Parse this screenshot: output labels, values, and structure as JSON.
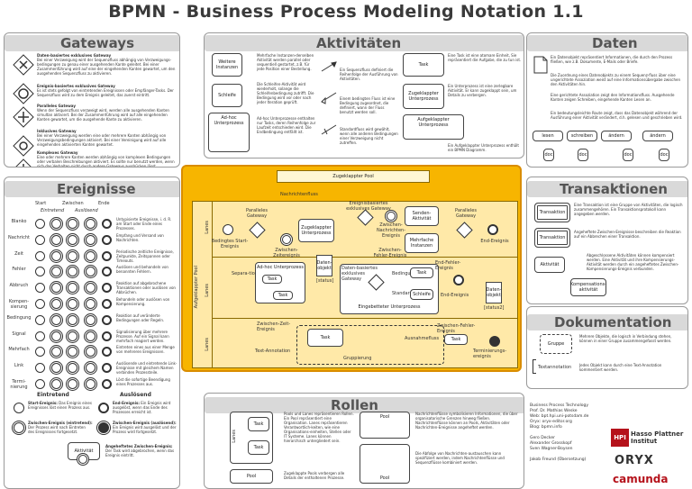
{
  "title": "BPMN - Business Process Modeling Notation 1.1",
  "gateways": {
    "title": "Gateways",
    "items": [
      {
        "heading": "Daten-basiertes exklusives Gateway",
        "text": "Bei einer Verzweigung wird der Sequenzfluss abhängig von Verzweigungs-bedingungen zu genau einer ausgehenden Kante geleitet. Bei einer Zusammenführung wird auf eine der eingehenden Kanten gewartet, um den ausgehenden Sequenzfluss zu aktivieren."
      },
      {
        "heading": "Ereignis-basiertes exklusives Gateway",
        "text": "Es ist stets gefolgt von eintretenden Ereignissen oder Empfänger-Tasks. Der Sequenzfluss wird zu dem Ereignis geleitet, das zuerst eintritt."
      },
      {
        "heading": "Paralleles Gateway",
        "text": "Wenn der Sequenzfluss verzweigt wird, werden alle ausgehenden Kanten simultan aktiviert. Bei der Zusammenführung wird auf alle eingehenden Kanten gewartet, um die ausgehende Kante zu aktivieren."
      },
      {
        "heading": "Inklusives Gateway",
        "text": "Bei einer Verzweigung werden eine oder mehrere Kanten abhängig von Verzweigungsbedingungen aktiviert. Bei einer Vereinigung wird auf alle eingehenden aktivierten Kanten gewartet."
      },
      {
        "heading": "Komplexes Gateway",
        "text": "Eine oder mehrere Kanten werden abhängig von komplexen Bedingungen oder verbalen Beschreibungen aktiviert. Es sollte nur benutzt werden, wenn sich das Verhalten nicht durch andere Gateways ausdrücken lässt."
      }
    ]
  },
  "activities": {
    "title": "Aktivitäten",
    "labels": {
      "sub_collapsed": "Weitere Instanzen",
      "loop": "Schleife",
      "adhoc": "Ad-hoc Unterprozess",
      "task": "Task",
      "sub": "Zugeklappter Unterprozess",
      "sub_expanded": "Aufgeklappter Unterprozess"
    },
    "texts": {
      "multi": "Mehrfache Instanzen-derselben Aktivität werden parallel oder sequentiell gestartet, z.B. für jede Position einer Bestellung.",
      "loop": "Die Schleifen-Aktivität wird wiederholt, solange die Schleifenbedingung zutrifft. Die Bedingung wird vor oder nach jeder Iteration geprüft.",
      "adhoc": "Ad-hoc Unterprozesse enthalten nur Tasks, deren Reihenfolge zur Laufzeit entschieden wird. Die Endbedingung entfällt ist.",
      "seq": "Ein Sequenzfluss definiert die Reihenfolge der Ausführung von Aktivitäten.",
      "cond": "Einem bedingten Fluss ist eine Bedingung zugeordnet, die definiert, wann der Fluss benutzt werden soll.",
      "default": "Standardfluss wird gewählt, wenn alle anderen Bedingungen einer Verzweigung nicht zutreffen.",
      "task": "Eine Task ist eine atomare Einheit, Sie repräsentiert die Aufgabe, die zu tun ist.",
      "sub": "Ein Unterprozess ist eine zerlegbare Aktivität. Er kann zugeklappt sein, um Details zu verbergen.",
      "expanded": "Ein Aufgeklappter Unterprozess enthält ein BPMN Diagramm."
    }
  },
  "data": {
    "title": "Daten",
    "texts": [
      "Ein Datenobjekt repräsentiert Informationen, die durch den Prozess fließen, wie z.B. Dokumente, E-Mails oder Briefe.",
      "Die Zuordnung eines Datenobjekts zu einem Sequenz-fluss über eine ungerichtete Assoziation weist auf eine Informationsübergabe zwischen den Aktivitäten hin.",
      "Eine gerichtete Assoziation zeigt den Informationsfluss. Ausgehende Kanten zeigen Schreiben, eingehende Kanten Lesen an.",
      "Ein bedeutungsleichte Route zeigt, dass das Datenobjekt während der Ausführung einer Aktivität verändert, d.h. gelesen und geschrieben wird."
    ],
    "flow_labels": [
      "lesen",
      "schreiben",
      "ändern",
      "ändern"
    ],
    "doc_labels": [
      "doc",
      "doc",
      "doc",
      "doc"
    ]
  },
  "events": {
    "title": "Ereignisse",
    "columns": [
      "Start",
      "Zwischen",
      "Ende"
    ],
    "subcolumns": [
      "Eintretend",
      "Auslösend"
    ],
    "rows": [
      {
        "name": "Blanko",
        "text": "Untypisierte Ereignisse, i. d. R. am Start oder Ende eines Prozesses."
      },
      {
        "name": "Nachricht",
        "text": "Empfang und Versand von Nachrichten."
      },
      {
        "name": "Zeit",
        "text": "Periodische zeitliche Ereignisse, Zeitpunkte, Zeitspannen oder Timeouts."
      },
      {
        "name": "Fehler",
        "text": "Auslösen und behandeln von benannten Fehlern."
      },
      {
        "name": "Abbruch",
        "text": "Reaktion auf abgebrochene Transaktionen oder auslösen von Abbrüchen."
      },
      {
        "name": "Kompen-sierung",
        "text": "Behandeln oder auslösen von Kompensierung."
      },
      {
        "name": "Bedingung",
        "text": "Reaktion auf veränderte Bedingungen oder Regeln."
      },
      {
        "name": "Signal",
        "text": "Signalisierung über mehrere Prozesse. Auf ein Signal kann mehrfach reagiert werden."
      },
      {
        "name": "Mehrfach",
        "text": "Eintreten eines aus einer Menge von mehreren Ereignissen."
      },
      {
        "name": "Link",
        "text": "Auslösende und eintretende Link-Ereignisse mit gleichem Namen verbinden Prozessteile."
      },
      {
        "name": "Termi-nierung",
        "text": "Löst die sofortige Beendigung eines Prozesses aus."
      }
    ],
    "bottom": {
      "in_title": "Eintretend",
      "out_title": "Auslösend",
      "start_heading": "Start-Ereignis:",
      "start_text": "Das Ereignis eines Ereignisses löst einen Prozess aus.",
      "mid_in_heading": "Zwischen-Ereignis (eintretend):",
      "mid_in_text": "Der Prozess wird nach Eintreten des Ereignisses fortgesetzt.",
      "end_heading": "End-Ereignis:",
      "end_text": "Ein Ereignis wird ausgelöst, wenn das Ende des Prozesses erreicht ist.",
      "mid_out_heading": "Zwischen-Ereignis (auslösend):",
      "mid_out_text": "Ein Ereignis wird ausgelöst und der Prozess wird fortgesetzt.",
      "attached_label": "Aktivität",
      "attached_heading": "Angeheftetes Zwischen-Ereignis:",
      "attached_text": "Der Task wird abgebrochen, wenn das Ereignis eintritt."
    }
  },
  "pool": {
    "top_label": "Zugeklappter Pool",
    "msgflow": "Nachrichtenfluss",
    "side_label": "Aufgeklappter Pool",
    "lanes": [
      "Lanes",
      "Lanes",
      "Lanes"
    ],
    "elements": {
      "par_gw": "Paralleles Gateway",
      "start_cond": "Bedingtes Start-Ereignis",
      "sub": "Zugeklappter Unterprozess",
      "timer": "Zwischen-Zeitereignis",
      "evgw": "Ereignisbasiertes exklusives Gateway",
      "msg_mid": "Zwischen-Nachrichten-Ereignis",
      "send_task": "Senden-Aktivität",
      "multi": "Mehrfache Instanzen",
      "err": "Zwischen-Fehler-Ereignis",
      "par_gw2": "Paralleles Gateway",
      "end": "End-Ereignis",
      "data_obj": "Daten-objekt",
      "data_obj_state": "[status]",
      "separator": "Separa-tion",
      "adhoc": "Ad-hoc Unterprozess",
      "task": "Task",
      "db_gw": "Daten-basiertes exklusives Gateway",
      "cond_flow": "Bedingung",
      "std": "Standard-fluss",
      "sub_exp": "Eingebetteter Unterprozess",
      "loop": "Schleife",
      "end_err": "End-Fehler-Ereignis",
      "end_ev": "End-Ereignis",
      "daten": "Daten-objekt",
      "status2": "[status2]",
      "time_ev": "Zwischen-Zeit-Ereignis",
      "zf": "Zwischen-Fehler-Ereignis",
      "task2": "Task",
      "gruppierung": "Gruppierung",
      "text_anno": "Text-Annotation",
      "ausnahme": "Ausnahmefluss",
      "task3": "Task",
      "terminierung": "Terminierungs-ereignis"
    }
  },
  "transactions": {
    "title": "Transaktionen",
    "labels": [
      "Transaktion",
      "Transaktion",
      "Aktivität",
      "Kompensations-aktivität"
    ],
    "texts": [
      "Eine Transaktion ist eine Gruppe von Aktivitäten, die logisch zusammengehören. Ein Transaktionsprotokoll kann angegeben werden.",
      "Angeheftete Zwischen-Ereignisse beschreiben die Reaktion auf ein Abbrechen einer Transaktion.",
      "Abgeschlossene Aktivitäten können kompensiert werden. Eine Aktivität und ihre Kompensierungs-Aktivität werden durch ein angeheftetes Zwischen-Kompensierungs-Ereignis verbunden."
    ]
  },
  "documentation": {
    "title": "Dokumentation",
    "group_label": "Gruppe",
    "group_text": "Mehrere Objekte, die logisch in Verbindung stehen, können in einer Gruppe zusammengefasst werden.",
    "annotation_label": "Textannotation",
    "annotation_text": "Jedes Objekt kann durch eine Text-Annotation kommentiert werden."
  },
  "roles": {
    "title": "Rollen",
    "lanes_label": "Lanes",
    "task1": "Task",
    "task2": "Task",
    "pool_label": "Pool",
    "pool_top": "Pool",
    "pool_bottom": "Pool",
    "text1": "Pools und Lanes repräsentieren Rollen. Ein Pool repräsentiert eine Organisation. Lanes repräsentieren Verantwortlich-keiten, wie eine Organisations-einheiten, Stellen oder IT Systeme. Lanes können hierarchisch untergliedert sein.",
    "text2": "Zugeklappte Pools verbergen alle Details der enthaltenen Prozesse.",
    "text3": "Nachrichtenflüsse symbolisieren Informationen, die über organisatorische Grenzen hinweg fließen. Nachrichtenflüsse können an Pools, Aktivitäten oder Nachrichten-Ereignisse angeheftet werden.",
    "text4": "Die Abfolge von Nachrichten-austauschen kann spezifiziert werden, indem Nachrichtenflüsse und Sequenzflüsse kombiniert werden."
  },
  "credits": {
    "lines": [
      "Business Process Technology",
      "Prof. Dr. Mathias Weske",
      "Web: bpt.hpi.uni-potsdam.de",
      "Oryx: oryx-editor.org",
      "Blog: bpmn.info",
      "",
      "Gero Decker",
      "Alexander Grosskopf",
      "Sven Wagner-Boysen",
      "",
      "Jakob Freund (Übersetzung)"
    ],
    "hpi_logo": "HPI",
    "hpi_text": "Hasso Plattner Institut",
    "orx": "ORYX",
    "camunda": "camunda"
  }
}
